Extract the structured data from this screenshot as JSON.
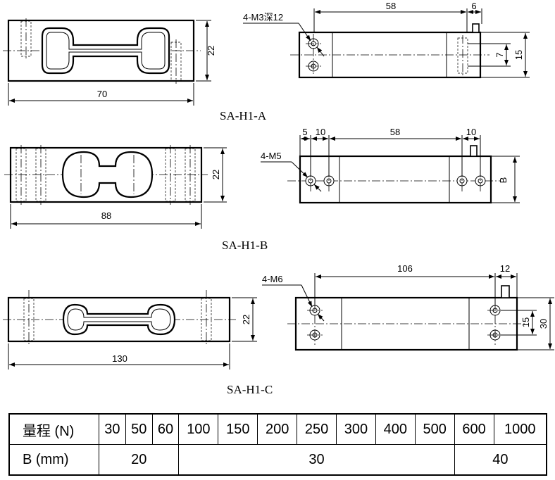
{
  "view_a": {
    "width_label": "70",
    "height_label": "22",
    "thread_label": "4-M3深12",
    "length_label": "58",
    "tab_label": "6",
    "inner_label": "7",
    "side_height_label": "15",
    "caption": "SA-H1-A"
  },
  "view_b": {
    "width_label": "88",
    "height_label": "22",
    "thread_label": "4-M5",
    "edge_label": "5",
    "pitch_label": "10",
    "length_label": "58",
    "tab_label": "10",
    "side_height_label": "B",
    "caption": "SA-H1-B"
  },
  "view_c": {
    "width_label": "130",
    "height_label": "22",
    "thread_label": "4-M6",
    "length_label": "106",
    "tab_label": "12",
    "inner_label": "15",
    "side_height_label": "30",
    "caption": "SA-H1-C"
  },
  "table": {
    "row1_header": "量程 (N)",
    "capacities": [
      "30",
      "50",
      "60",
      "100",
      "150",
      "200",
      "250",
      "300",
      "400",
      "500",
      "600",
      "1000"
    ],
    "row2_header": "B (mm)",
    "b_values": [
      "20",
      "30",
      "40"
    ]
  }
}
